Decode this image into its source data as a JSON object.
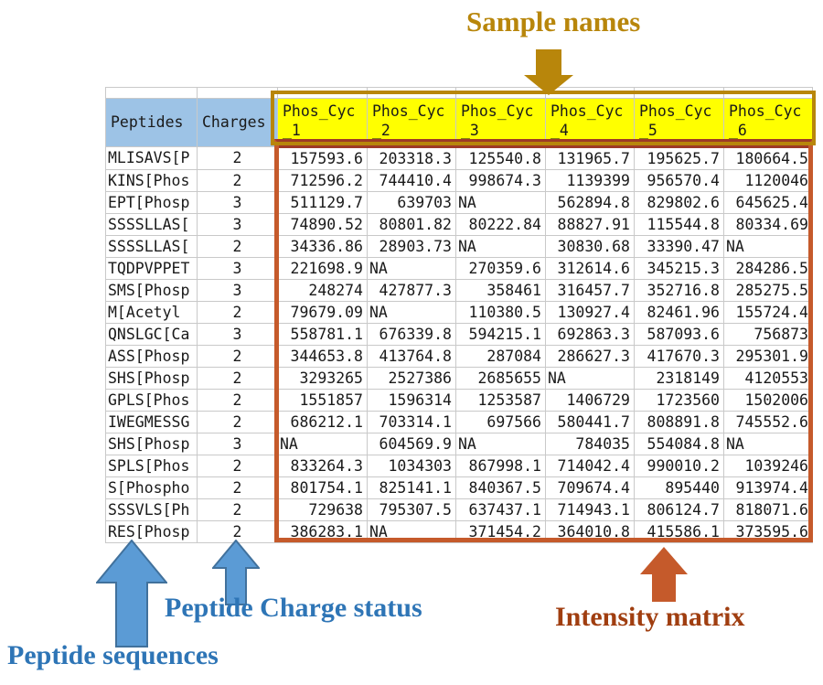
{
  "annotations": {
    "sample_names": "Sample names",
    "peptide_sequences": "Peptide sequences",
    "peptide_charge_status": "Peptide Charge status",
    "intensity_matrix": "Intensity matrix"
  },
  "colors": {
    "header_blue": "#9dc3e6",
    "header_yellow": "#ffff00",
    "gold_annotation": "#b8860b",
    "orange_matrix_border": "#c55a2b",
    "red_header_underline": "#9e3a26",
    "blue_annotation": "#2e75b6",
    "blue_arrow_fill": "#5b9bd5",
    "blue_arrow_stroke": "#41719c",
    "rust_annotation": "#a03e10",
    "gridline": "#c9c9c9"
  },
  "table": {
    "peptides_header": "Peptides",
    "charges_header": "Charges",
    "sample_columns": [
      {
        "top": "Phos_Cyc",
        "bottom": "_1"
      },
      {
        "top": "Phos_Cyc",
        "bottom": "_2"
      },
      {
        "top": "Phos_Cyc",
        "bottom": "_3"
      },
      {
        "top": "Phos_Cyc",
        "bottom": "_4"
      },
      {
        "top": "Phos_Cyc",
        "bottom": "_5"
      },
      {
        "top": "Phos_Cyc",
        "bottom": "_6"
      }
    ],
    "rows": [
      {
        "peptide": "MLISAVS[P",
        "charge": "2",
        "values": [
          "157593.6",
          "203318.3",
          "125540.8",
          "131965.7",
          "195625.7",
          "180664.5"
        ]
      },
      {
        "peptide": "KINS[Phos",
        "charge": "2",
        "values": [
          "712596.2",
          "744410.4",
          "998674.3",
          "1139399",
          "956570.4",
          "1120046"
        ]
      },
      {
        "peptide": "EPT[Phosp",
        "charge": "3",
        "values": [
          "511129.7",
          "639703",
          "NA",
          "562894.8",
          "829802.6",
          "645625.4"
        ]
      },
      {
        "peptide": "SSSSLLAS[",
        "charge": "3",
        "values": [
          "74890.52",
          "80801.82",
          "80222.84",
          "88827.91",
          "115544.8",
          "80334.69"
        ]
      },
      {
        "peptide": "SSSSLLAS[",
        "charge": "2",
        "values": [
          "34336.86",
          "28903.73",
          "NA",
          "30830.68",
          "33390.47",
          "NA"
        ]
      },
      {
        "peptide": "TQDPVPPET",
        "charge": "3",
        "values": [
          "221698.9",
          "NA",
          "270359.6",
          "312614.6",
          "345215.3",
          "284286.5"
        ]
      },
      {
        "peptide": "SMS[Phosp",
        "charge": "3",
        "values": [
          "248274",
          "427877.3",
          "358461",
          "316457.7",
          "352716.8",
          "285275.5"
        ]
      },
      {
        "peptide": "M[Acetyl",
        "charge": "2",
        "values": [
          "79679.09",
          "NA",
          "110380.5",
          "130927.4",
          "82461.96",
          "155724.4"
        ]
      },
      {
        "peptide": "QNSLGC[Ca",
        "charge": "3",
        "values": [
          "558781.1",
          "676339.8",
          "594215.1",
          "692863.3",
          "587093.6",
          "756873"
        ]
      },
      {
        "peptide": "ASS[Phosp",
        "charge": "2",
        "values": [
          "344653.8",
          "413764.8",
          "287084",
          "286627.3",
          "417670.3",
          "295301.9"
        ]
      },
      {
        "peptide": "SHS[Phosp",
        "charge": "2",
        "values": [
          "3293265",
          "2527386",
          "2685655",
          "NA",
          "2318149",
          "4120553"
        ]
      },
      {
        "peptide": "GPLS[Phos",
        "charge": "2",
        "values": [
          "1551857",
          "1596314",
          "1253587",
          "1406729",
          "1723560",
          "1502006"
        ]
      },
      {
        "peptide": "IWEGMESSG",
        "charge": "2",
        "values": [
          "686212.1",
          "703314.1",
          "697566",
          "580441.7",
          "808891.8",
          "745552.6"
        ]
      },
      {
        "peptide": "SHS[Phosp",
        "charge": "3",
        "values": [
          "NA",
          "604569.9",
          "NA",
          "784035",
          "554084.8",
          "NA"
        ]
      },
      {
        "peptide": "SPLS[Phos",
        "charge": "2",
        "values": [
          "833264.3",
          "1034303",
          "867998.1",
          "714042.4",
          "990010.2",
          "1039246"
        ]
      },
      {
        "peptide": "S[Phospho",
        "charge": "2",
        "values": [
          "801754.1",
          "825141.1",
          "840367.5",
          "709674.4",
          "895440",
          "913974.4"
        ]
      },
      {
        "peptide": "SSSVLS[Ph",
        "charge": "2",
        "values": [
          "729638",
          "795307.5",
          "637437.1",
          "714943.1",
          "806124.7",
          "818071.6"
        ]
      },
      {
        "peptide": "RES[Phosp",
        "charge": "2",
        "values": [
          "386283.1",
          "NA",
          "371454.2",
          "364010.8",
          "415586.1",
          "373595.6"
        ]
      }
    ]
  }
}
